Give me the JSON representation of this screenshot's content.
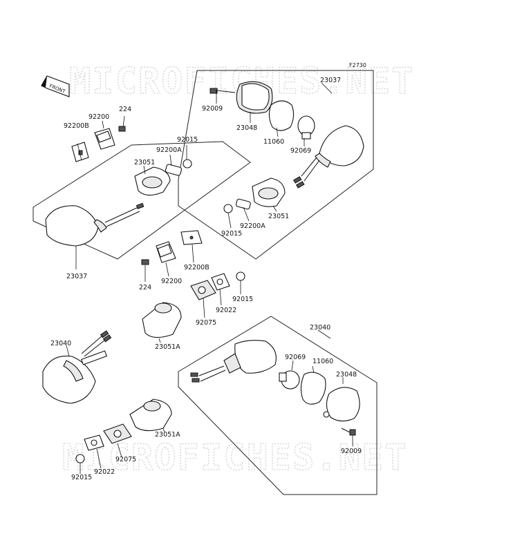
{
  "diagram": {
    "figure_id": "F2730",
    "front_label": "FRONT",
    "watermark": "MICROFICHES.NET",
    "labels": {
      "p23037_r": "23037",
      "p92009_t": "92009",
      "p23048_t": "23048",
      "p11060_t": "11060",
      "p92069_t": "92069",
      "p23051_r": "23051",
      "p92200A_r": "92200A",
      "p92015_r": "92015",
      "p92200_tl": "92200",
      "p224_tl": "224",
      "p92200B_tl": "92200B",
      "p92015_tl": "92015",
      "p92200A_tl": "92200A",
      "p23051_l": "23051",
      "p23037_l": "23037",
      "p92200B_m": "92200B",
      "p224_m": "224",
      "p92200_m": "92200",
      "p92015_m": "92015",
      "p92022_m": "92022",
      "p92075_m": "92075",
      "p23051A_m": "23051A",
      "p23040_l": "23040",
      "p23040_r": "23040",
      "p92069_b": "92069",
      "p11060_b": "11060",
      "p23048_b": "23048",
      "p92009_b": "92009",
      "p23051A_b": "23051A",
      "p92075_b": "92075",
      "p92022_b": "92022",
      "p92015_b": "92015"
    }
  }
}
